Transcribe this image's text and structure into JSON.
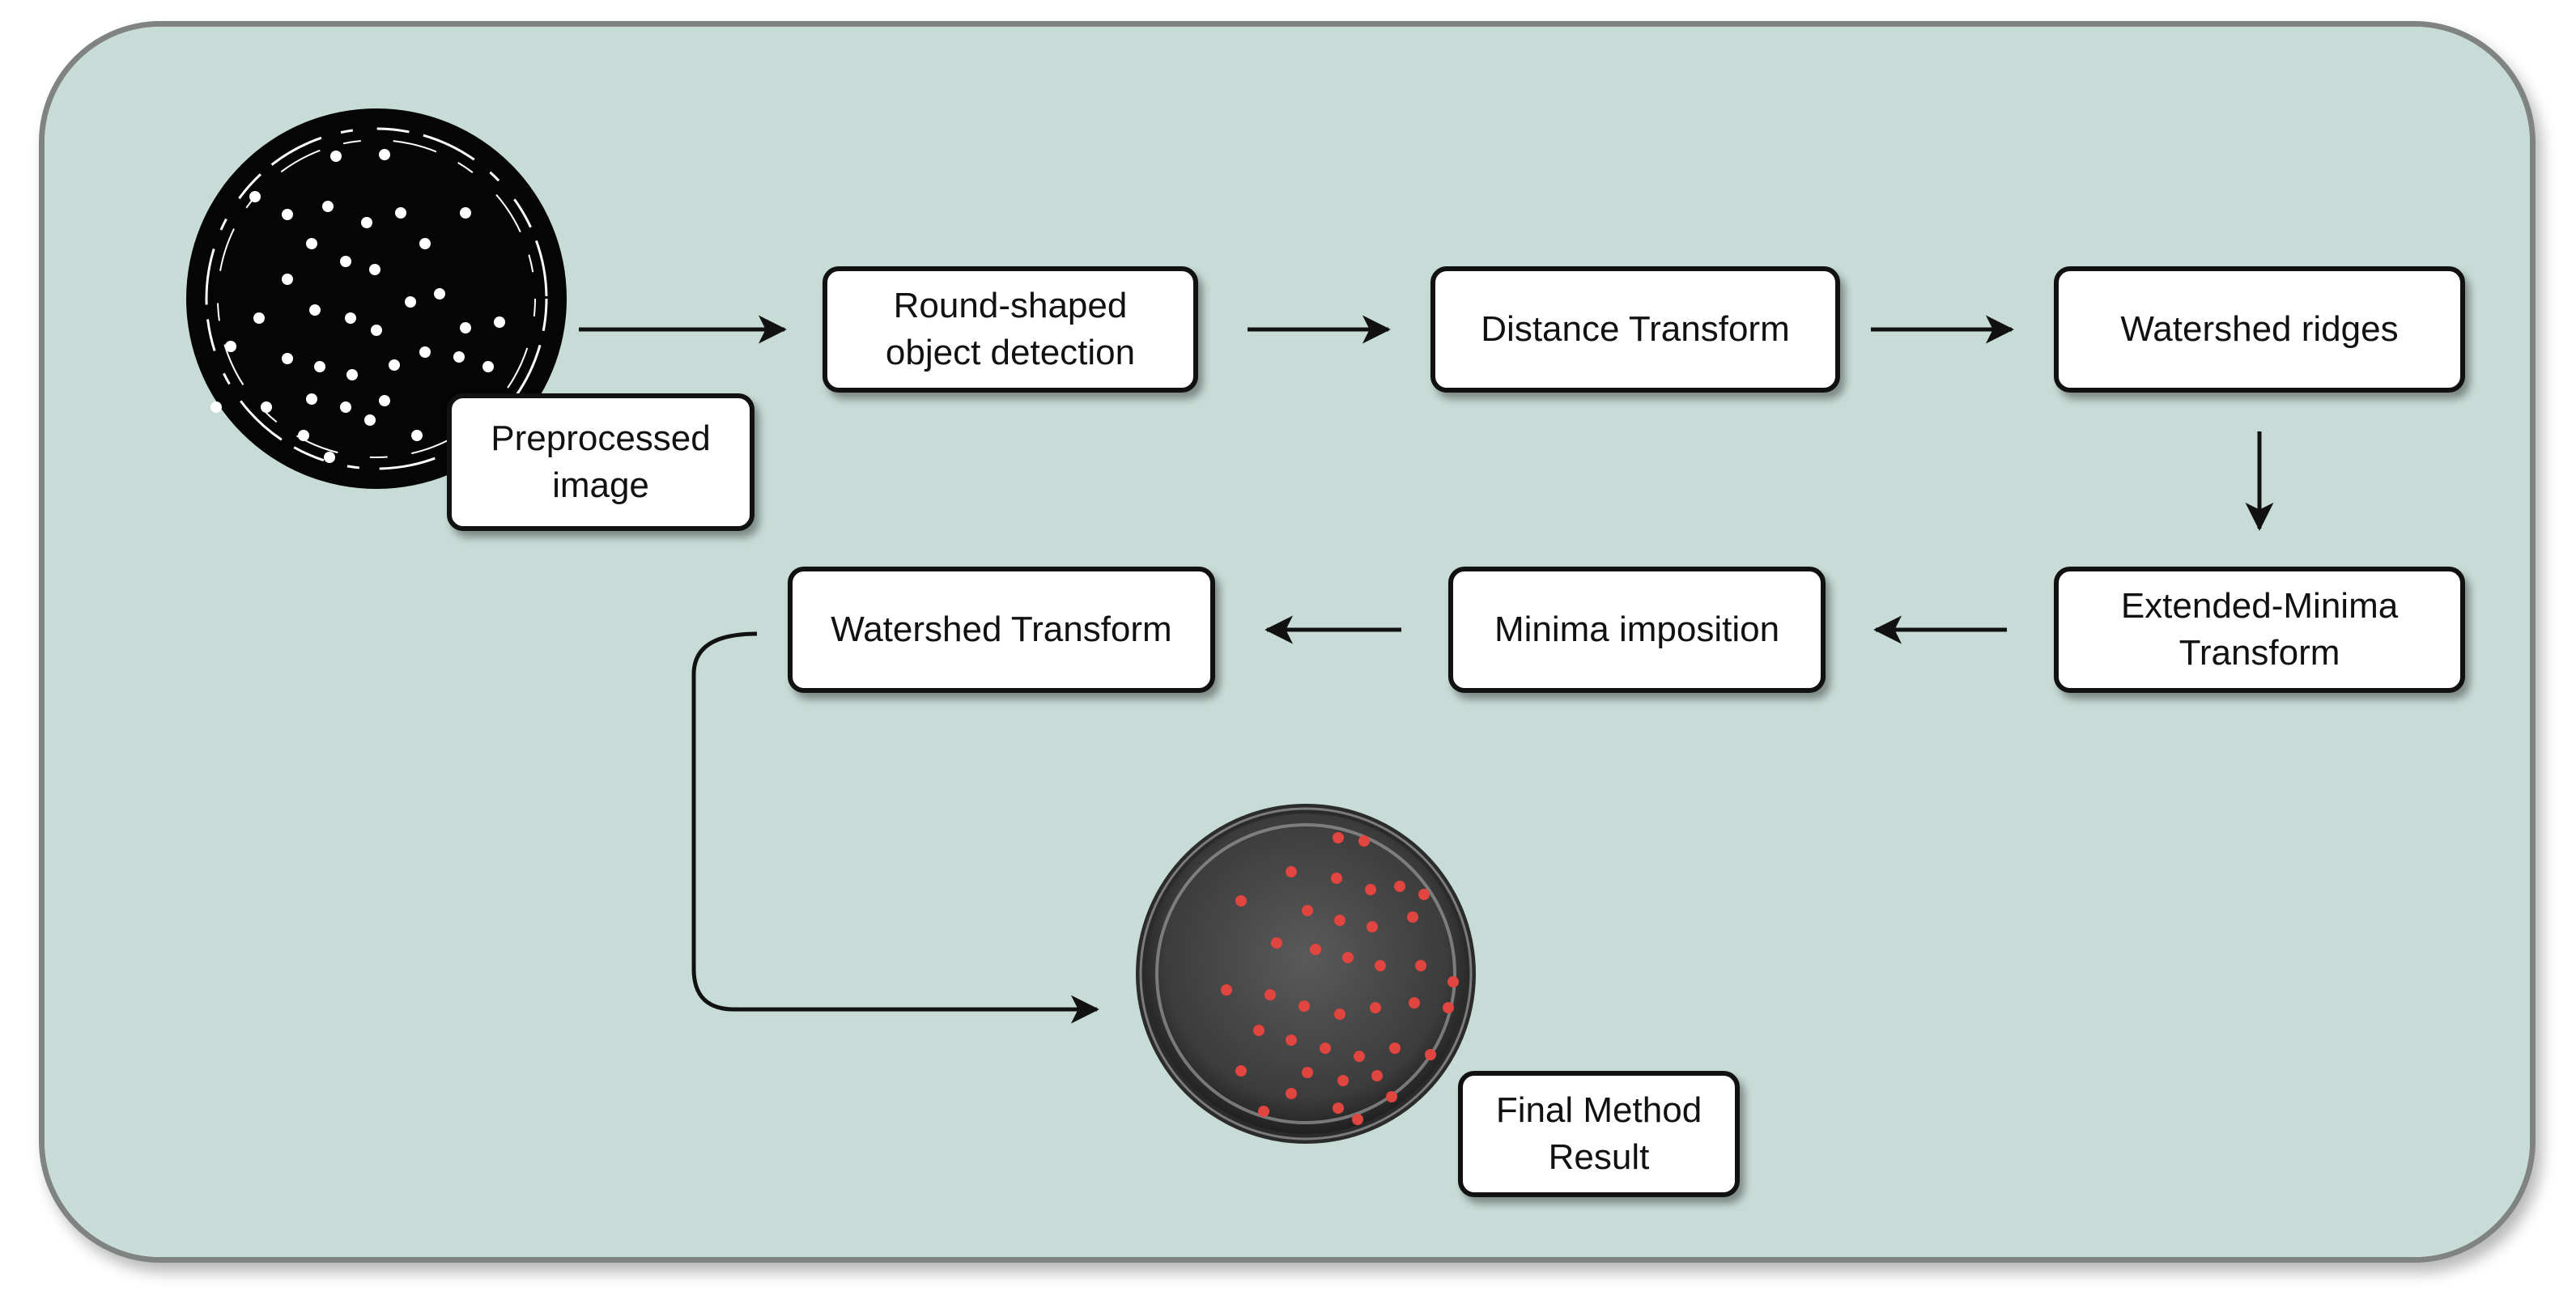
{
  "colors": {
    "panel_fill": "#c8dcd7",
    "panel_border": "#7f8382",
    "box_fill": "#ffffff",
    "box_border": "#111111",
    "arrow": "#111111",
    "plate_black": "#050505",
    "colony_white": "#ffffff",
    "result_plate": "#4a4a4a",
    "result_colony": "#e0453f"
  },
  "icons": {
    "preprocessed_plate": "binary-petri-dish-icon",
    "result_plate": "petri-dish-with-red-colonies-icon"
  },
  "nodes": {
    "preprocessed": "Preprocessed\nimage",
    "round_shaped": "Round-shaped\nobject detection",
    "distance": "Distance Transform",
    "watershed_ridges": "Watershed ridges",
    "extended_minima": "Extended-Minima\nTransform",
    "minima_imposition": "Minima imposition",
    "watershed_transform": "Watershed Transform",
    "final_result": "Final Method\nResult"
  },
  "edges": [
    [
      "preprocessed",
      "round_shaped"
    ],
    [
      "round_shaped",
      "distance"
    ],
    [
      "distance",
      "watershed_ridges"
    ],
    [
      "watershed_ridges",
      "extended_minima"
    ],
    [
      "extended_minima",
      "minima_imposition"
    ],
    [
      "minima_imposition",
      "watershed_transform"
    ],
    [
      "watershed_transform",
      "final_result"
    ]
  ]
}
